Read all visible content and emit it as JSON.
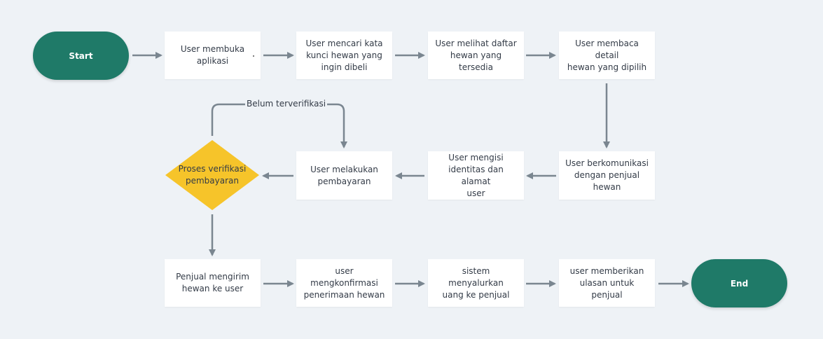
{
  "colors": {
    "background": "#eef2f6",
    "terminal": "#1f7a68",
    "decision": "#f6c42a",
    "arrow": "#7a8690",
    "box": "#ffffff"
  },
  "start": {
    "label": "Start"
  },
  "end": {
    "label": "End"
  },
  "steps": {
    "s1": "User membuka\naplikasi",
    "s2": "User mencari kata\nkunci hewan yang\ningin dibeli",
    "s3": "User melihat daftar\nhewan yang tersedia",
    "s4": "User membaca detail\nhewan yang dipilih",
    "s5": "User berkomunikasi\ndengan penjual\nhewan",
    "s6": "User mengisi\nidentitas dan alamat\nuser",
    "s7": "User melakukan\npembayaran",
    "s8": "Penjual mengirim\nhewan ke user",
    "s9": "user mengkonfirmasi\npenerimaan hewan",
    "s10": "sistem menyalurkan\nuang ke penjual",
    "s11": "user memberikan\nulasan untuk penjual"
  },
  "decision": {
    "label": "Proses verifikasi\npembayaran"
  },
  "loop": {
    "label": "Belum terverifikasi"
  }
}
